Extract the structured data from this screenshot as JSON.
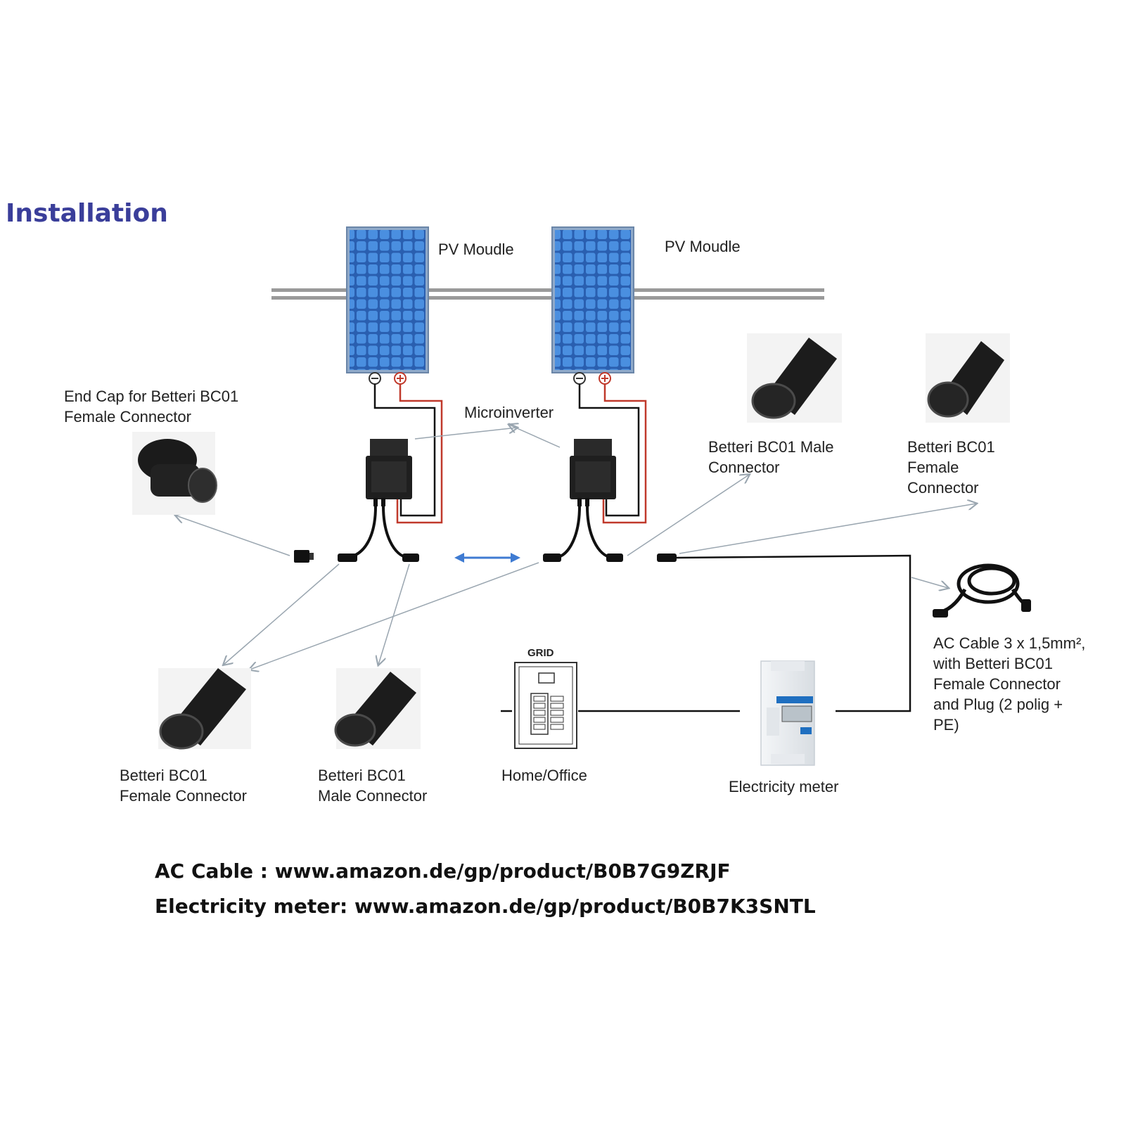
{
  "title": "Installation",
  "labels": {
    "pv_module_1": "PV Moudle",
    "pv_module_2": "PV Moudle",
    "microinverter": "Microinverter",
    "end_cap": "End Cap for Betteri BC01\nFemale Connector",
    "male_connector_top": "Betteri BC01 Male\nConnector",
    "female_connector_top": "Betteri BC01\nFemale\nConnector",
    "ac_cable": "AC Cable 3 x 1,5mm²,\nwith Betteri BC01\nFemale Connector\nand Plug (2 polig +\nPE)",
    "female_connector_bottom": "Betteri BC01\nFemale Connector",
    "male_connector_bottom": "Betteri BC01\nMale Connector",
    "home_office": "Home/Office",
    "electricity_meter": "Electricity meter",
    "grid": "GRID"
  },
  "links": {
    "ac_cable": "AC Cable : www.amazon.de/gp/product/B0B7G9ZRJF",
    "meter": "Electricity meter: www.amazon.de/gp/product/B0B7K3SNTL"
  },
  "colors": {
    "title": "#3a3e9a",
    "panel_blue": "#2f6fc4",
    "cell_blue": "#3d83d6",
    "dc_red": "#c0392b",
    "cable_black": "#111111",
    "arrow_gray": "#9aa6b0",
    "double_arrow_blue": "#3f7bd2",
    "meter_blue": "#1f6fc0"
  },
  "icons": [
    "solar-panel-icon",
    "microinverter-icon",
    "connector-icon",
    "end-cap-icon",
    "ac-cable-icon",
    "breaker-panel-icon",
    "electricity-meter-icon"
  ]
}
